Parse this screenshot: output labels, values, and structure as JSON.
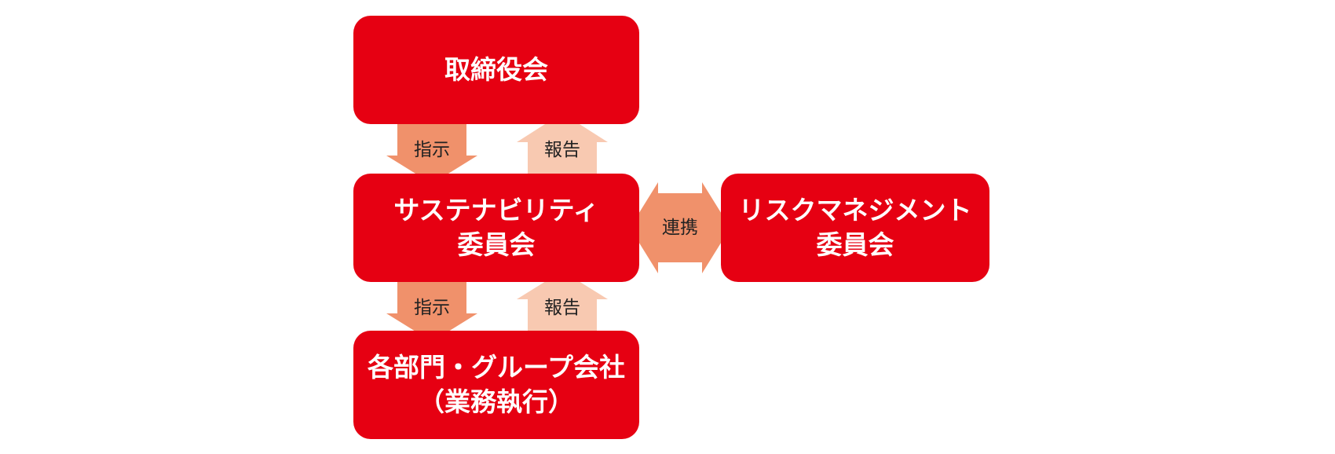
{
  "boxes": {
    "board": {
      "line1": "取締役会"
    },
    "sustainability": {
      "line1": "サステナビリティ",
      "line2": "委員会"
    },
    "departments": {
      "line1": "各部門・グループ会社",
      "line2": "（業務執行）"
    },
    "risk": {
      "line1": "リスクマネジメント",
      "line2": "委員会"
    }
  },
  "arrows": {
    "instruct_1": "指示",
    "report_1": "報告",
    "instruct_2": "指示",
    "report_2": "報告",
    "cooperate": "連携"
  },
  "colors": {
    "box": "#e60012",
    "instruct_arrow": "#f0916b",
    "report_arrow": "#f8c9b1",
    "cooperate_arrow": "#f0916b",
    "box_text": "#ffffff",
    "arrow_text": "#222222"
  }
}
